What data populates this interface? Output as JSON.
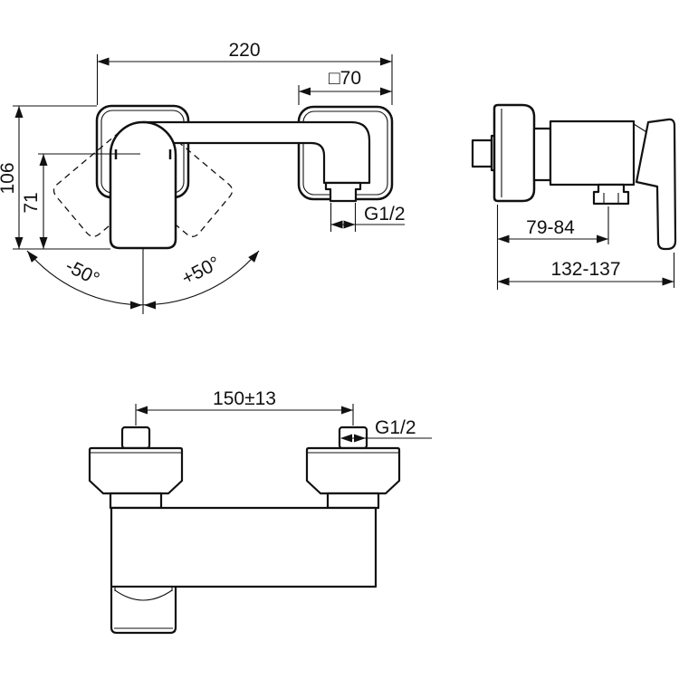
{
  "drawing": {
    "background": "#ffffff",
    "line_color": "#111111",
    "type": "faucet installation technical drawing, three views"
  },
  "front_view": {
    "description": "wall-mounted mixer, front view with handle swivel range",
    "dim_overall_width": "220",
    "dim_plate_square": "□70",
    "dim_overall_height": "106",
    "dim_pivot_to_bottom": "71",
    "dim_outlet_thread": "G1/2",
    "dim_angle_neg": "-50°",
    "dim_angle_pos": "+50°"
  },
  "side_view": {
    "description": "mixer side view",
    "dim_wall_to_outlet": "79-84",
    "dim_overall_depth": "132-137"
  },
  "bottom_view": {
    "description": "exposed shower mixer, connection view",
    "dim_inlet_spacing": "150±13",
    "dim_inlet_thread": "G1/2"
  }
}
